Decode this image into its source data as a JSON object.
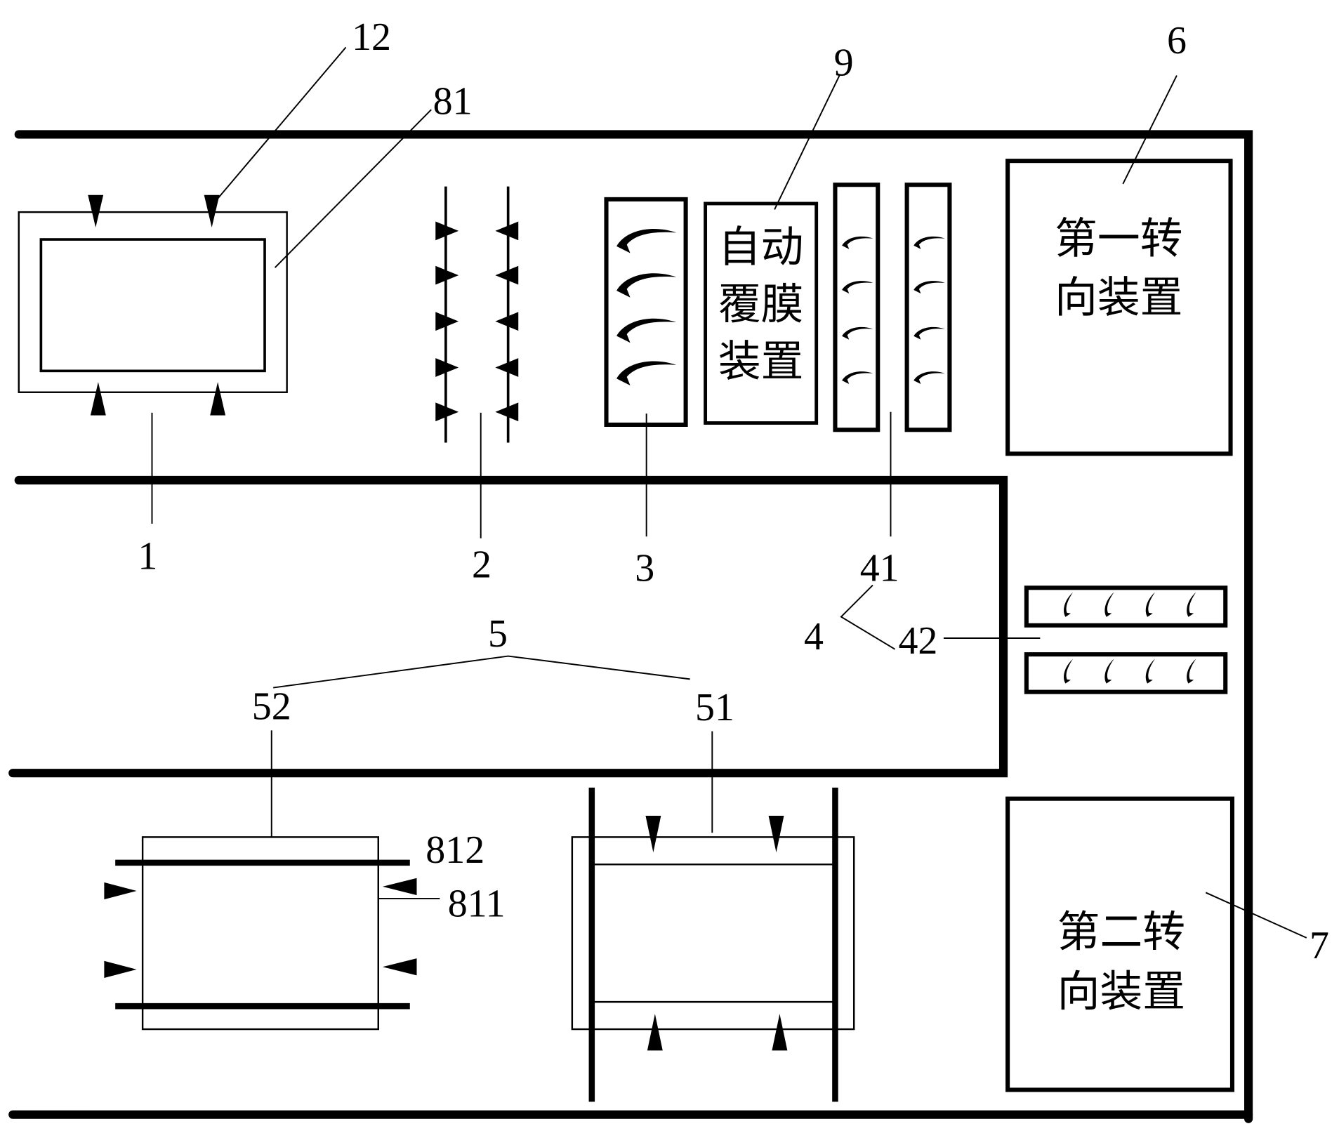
{
  "reference_numerals": {
    "n12": "12",
    "n81": "81",
    "n9": "9",
    "n6": "6",
    "n1": "1",
    "n2": "2",
    "n3": "3",
    "n41": "41",
    "n4": "4",
    "n42": "42",
    "n5": "5",
    "n52": "52",
    "n51": "51",
    "n812": "812",
    "n811": "811",
    "n7": "7"
  },
  "film_device": {
    "lines": [
      "自动",
      "覆膜",
      "装置"
    ]
  },
  "first_turning_device": {
    "lines": [
      "第一转",
      "向装置"
    ]
  },
  "second_turning_device": {
    "lines": [
      "第二转",
      "向装置"
    ]
  },
  "colors": {
    "stroke": "#000000",
    "background": "#ffffff"
  }
}
